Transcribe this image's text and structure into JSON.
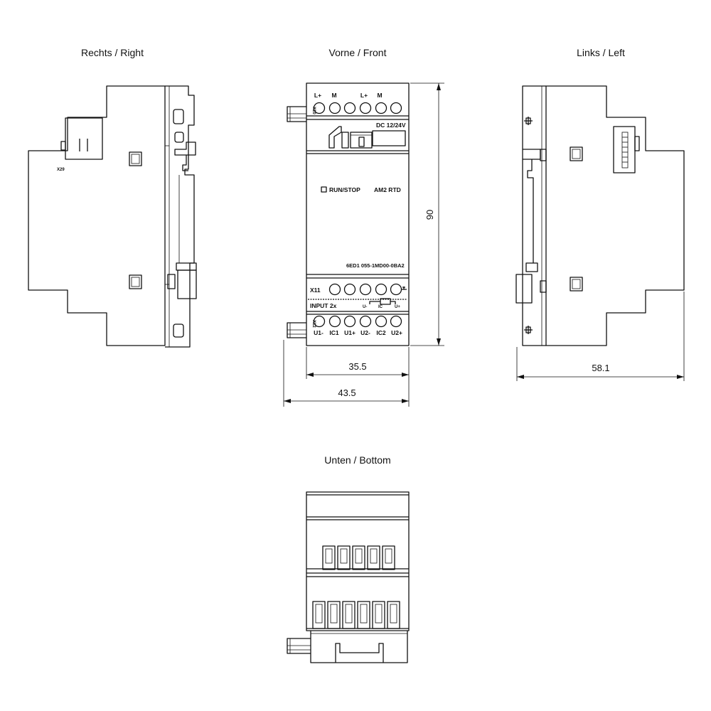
{
  "titles": {
    "right": "Rechts / Right",
    "front": "Vorne / Front",
    "left": "Links / Left",
    "bottom": "Unten / Bottom"
  },
  "dimensions": {
    "height": "90",
    "width_front": "35.5",
    "width_overall": "43.5",
    "depth": "58.1"
  },
  "front_labels": {
    "top_terminals": [
      "L+",
      "M",
      "L+",
      "M"
    ],
    "x10": "X10",
    "supply": "DC 12/24V",
    "run_stop": "RUN/STOP",
    "model": "AM2 RTD",
    "part_number": "6ED1 055-1MD00-0BA2",
    "x11": "X11",
    "input": "INPUT 2x",
    "sensor_minus": "U-",
    "sensor_ic": "IC",
    "sensor_plus": "U+",
    "x12": "X12",
    "bottom_terminals": [
      "U1-",
      "IC1",
      "U1+",
      "U2-",
      "IC2",
      "U2+"
    ]
  },
  "right_labels": {
    "x29": "X29"
  }
}
